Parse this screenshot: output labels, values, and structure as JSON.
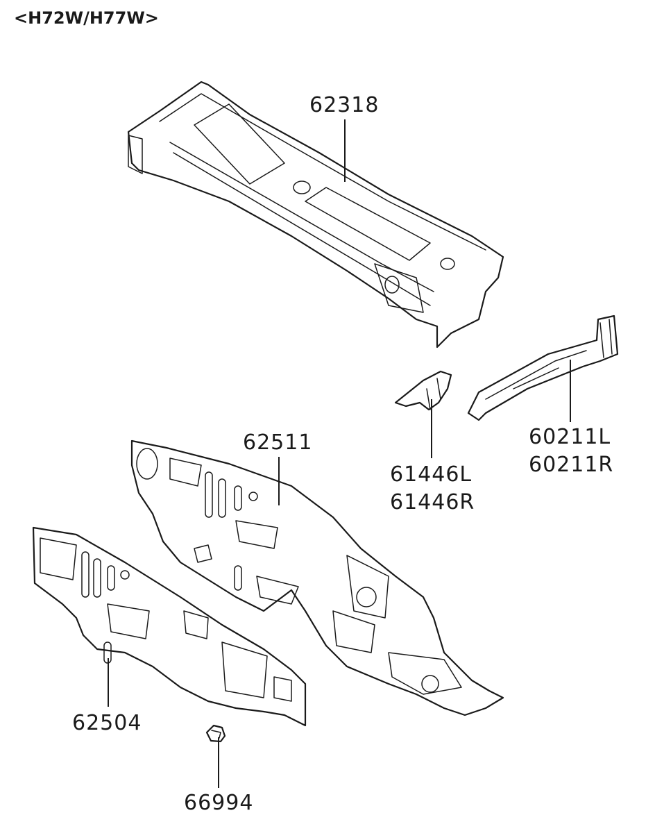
{
  "title": "<H72W/H77W>",
  "parts": {
    "p62318": "62318",
    "p62511": "62511",
    "p62504": "62504",
    "p66994": "66994",
    "p61446l": "61446L",
    "p61446r": "61446R",
    "p60211l": "60211L",
    "p60211r": "60211R"
  }
}
